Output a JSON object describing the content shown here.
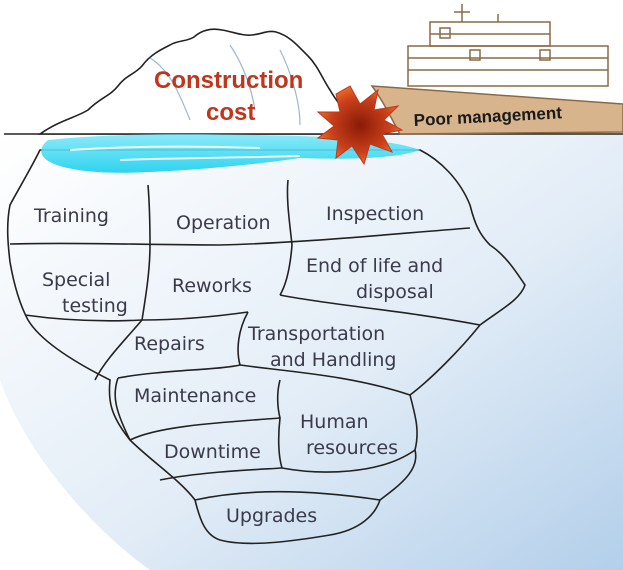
{
  "colors": {
    "water_top": "#ffffff",
    "water_bottom": "#b9d3ec",
    "surface_glow": "#22d3ee",
    "explosion": "#c0361c",
    "ship_hull": "#d8b48c",
    "ship_outline": "#8a6a45",
    "label_text": "#3a3a4a"
  },
  "tip": {
    "title_line1": "Construction",
    "title_line2": "cost"
  },
  "ship": {
    "label": "Poor management"
  },
  "hidden_costs": {
    "training": "Training",
    "operation": "Operation",
    "inspection": "Inspection",
    "special_testing_1": "Special",
    "special_testing_2": "testing",
    "reworks": "Reworks",
    "end_of_life_1": "End of life and",
    "end_of_life_2": "disposal",
    "repairs": "Repairs",
    "transportation_1": "Transportation",
    "transportation_2": "and Handling",
    "maintenance": "Maintenance",
    "human_resources_1": "Human",
    "human_resources_2": "resources",
    "downtime": "Downtime",
    "upgrades": "Upgrades"
  }
}
